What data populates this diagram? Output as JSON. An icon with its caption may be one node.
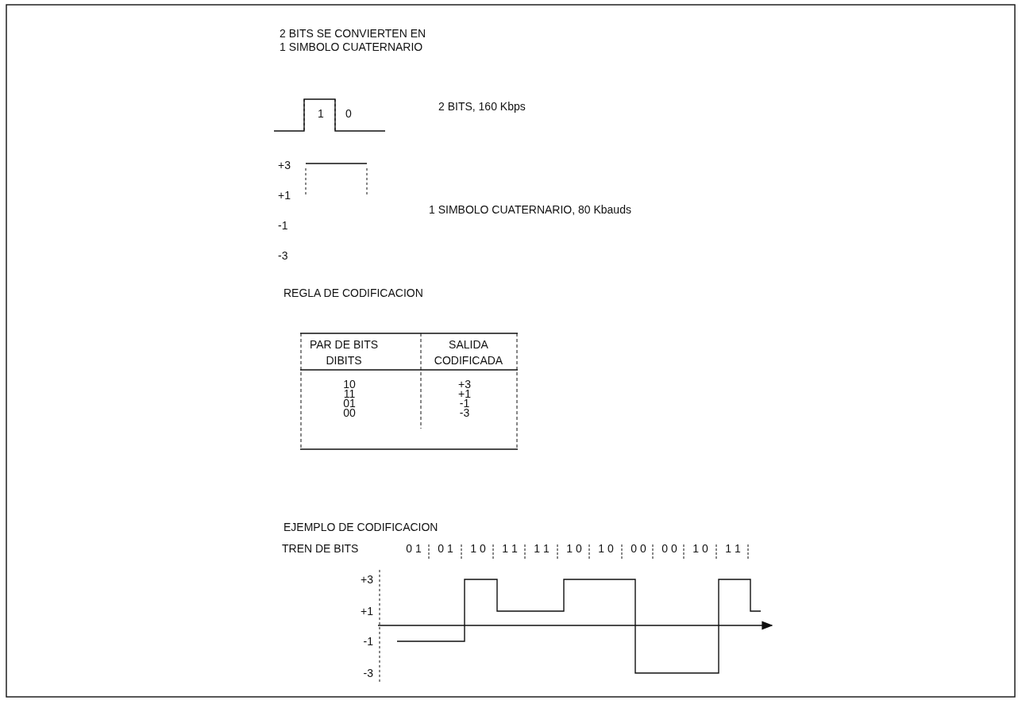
{
  "diagram": {
    "labels": [
      "2 BITS SE CONVIERTEN EN 1 SIMBOLO CUATERNARIO",
      "1",
      "0",
      "2 BITS, 160 Kbps",
      "+3",
      "+1",
      "-1",
      "-3",
      "1 SIMBOLO CUATERNARIO, 80 Kbauds",
      "REGLA DE CODIFICACION",
      "PAR DE BITS DIBITS",
      "SALIDA CODIFICADA",
      "10",
      "+3",
      "11",
      "+1",
      "01",
      "-1",
      "00",
      "-3",
      "EJEMPLO DE CODIFICACION",
      "TREN DE BITS",
      "0 1",
      "0 1",
      "1 0",
      "1 1",
      "1 1",
      "1 0",
      "1 0",
      "0 0",
      "0 0",
      "1 0",
      "1 1",
      "+3",
      "+1",
      "-1",
      "-3"
    ]
  }
}
